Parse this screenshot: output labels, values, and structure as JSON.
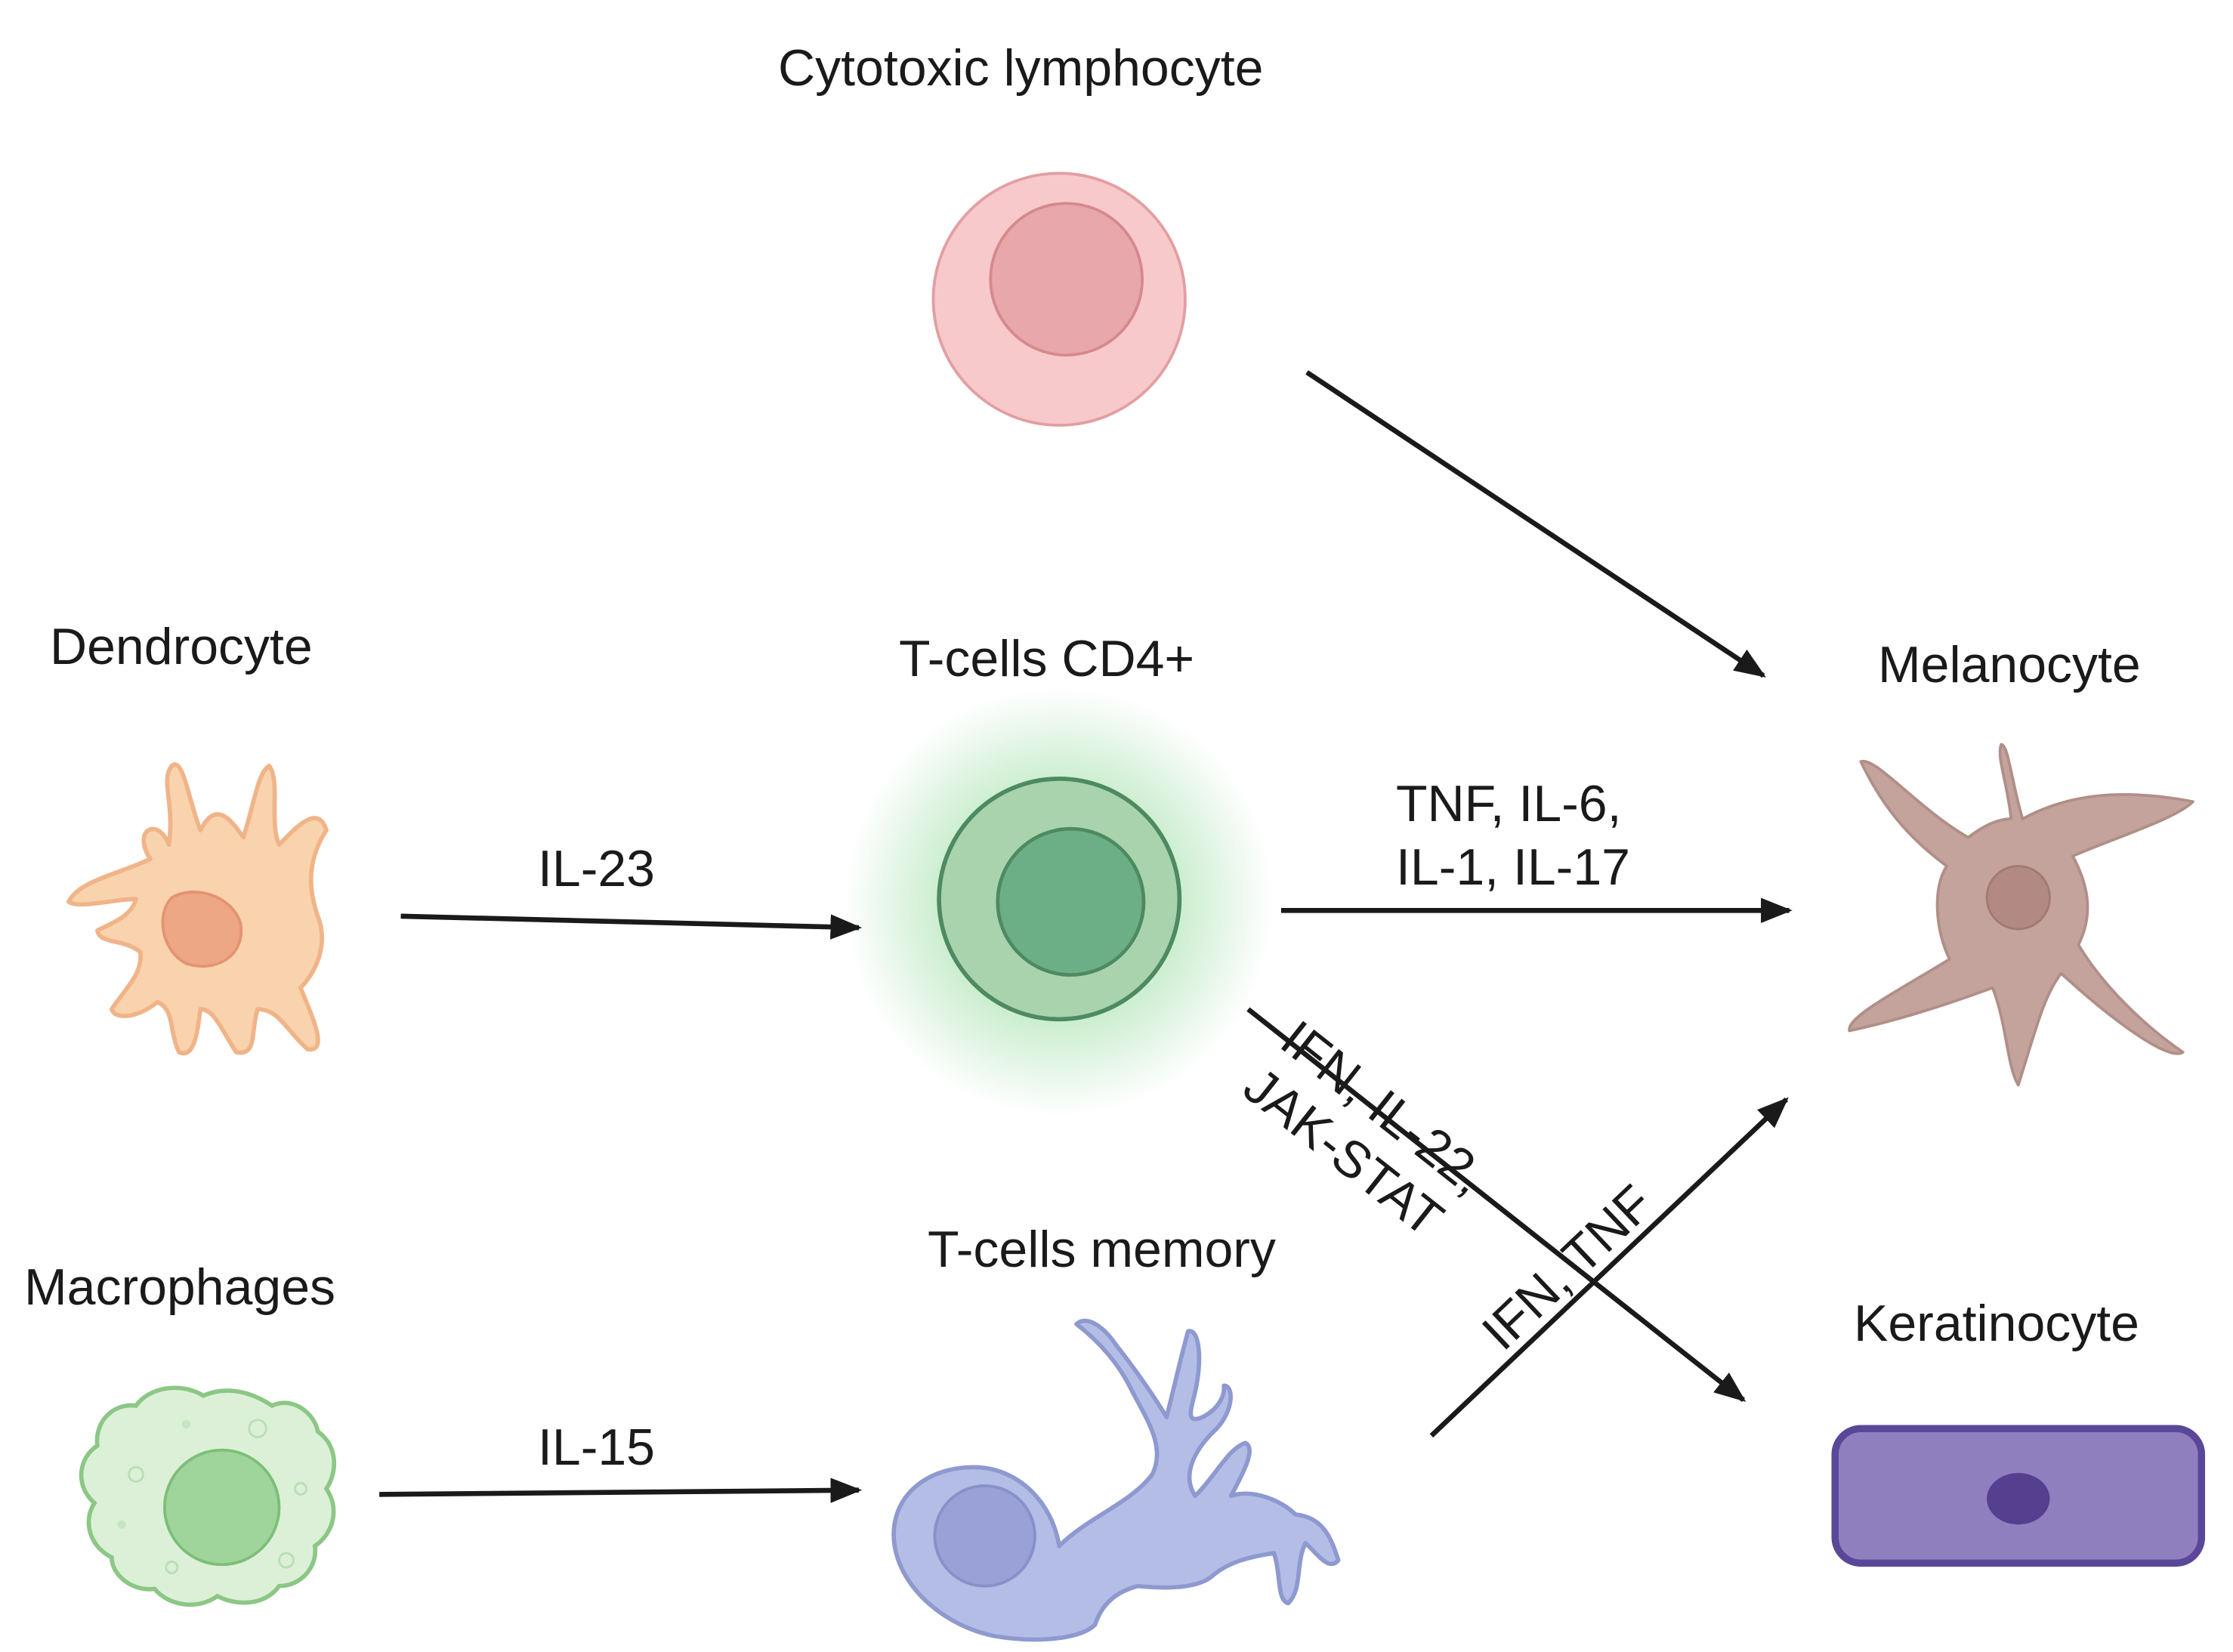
{
  "cells": {
    "cytotoxic": "Cytotoxic lymphocyte",
    "dendrocyte": "Dendrocyte",
    "tcd4": "T-cells CD4+",
    "melanocyte": "Melanocyte",
    "macrophages": "Macrophages",
    "tmemory": "T-cells memory",
    "keratinocyte": "Keratinocyte"
  },
  "signals": {
    "il23": "IL-23",
    "il15": "IL-15",
    "tnf_line1": "TNF, IL-6,",
    "tnf_line2": "IL-1, IL-17",
    "ifn_line1": "IFN, IL-22,",
    "ifn_line2": "JAK-STAT",
    "ifn_tnf": "IFN, TNF"
  },
  "colors": {
    "cytotoxic_fill": "#f7c9cb",
    "cytotoxic_nucleus": "#e8a7aa",
    "dendrocyte_fill": "#f9d3ad",
    "dendrocyte_nucleus": "#eea784",
    "tcd4_fill": "#a8d3ad",
    "tcd4_nucleus": "#6caf86",
    "tcd4_glow": "#7fd48a",
    "melanocyte_fill": "#c4a39c",
    "melanocyte_nucleus": "#b28a83",
    "macrophage_fill": "#dcf0d7",
    "macrophage_nucleus": "#9fd49a",
    "tmemory_fill": "#b3bde6",
    "tmemory_nucleus": "#9aa1d7",
    "keratinocyte_fill": "#8f7fbf",
    "keratinocyte_nucleus": "#54408f",
    "arrow": "#1a1a1a"
  }
}
